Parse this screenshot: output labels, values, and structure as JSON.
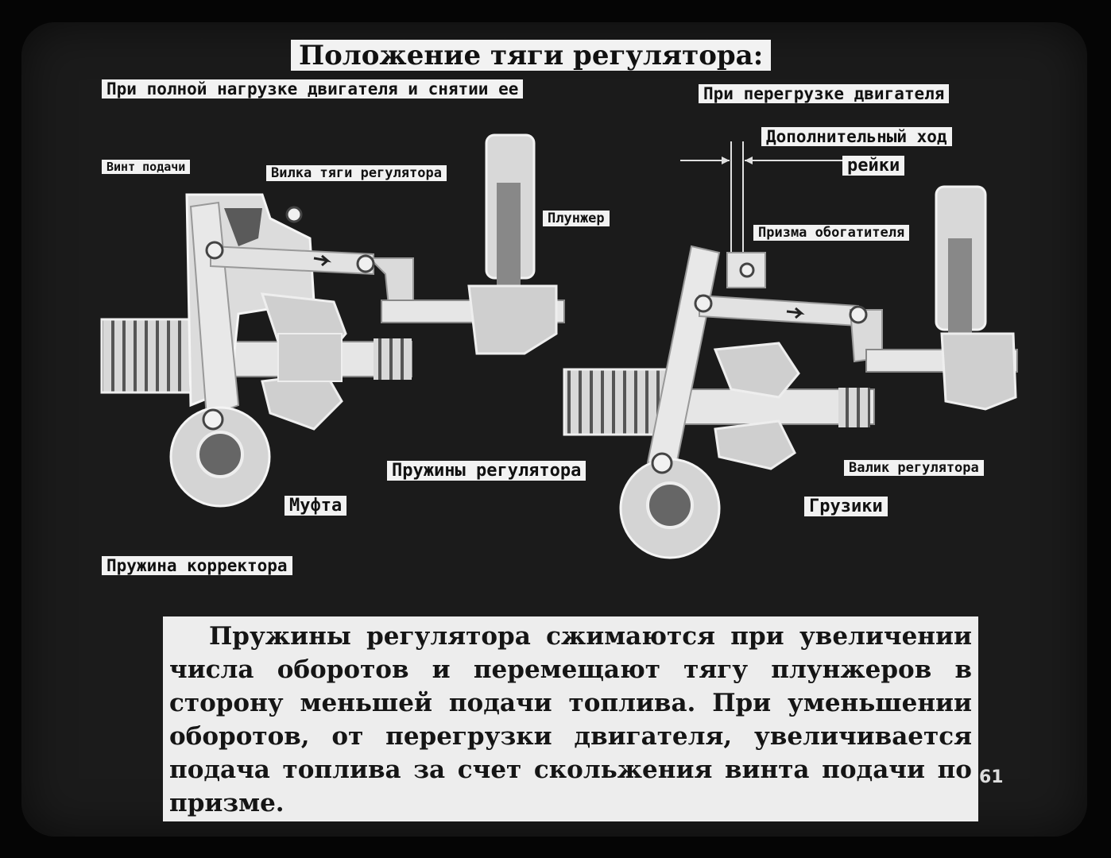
{
  "title": "Положение тяги регулятора:",
  "left_heading": "При полной нагрузке двигателя и снятии ее",
  "right_heading": "При перегрузке двигателя",
  "labels": {
    "vint_podachi": "Винт подачи",
    "vilka": "Вилка тяги регулятора",
    "plunzher": "Плунжер",
    "dop_hod_1": "Дополнительный ход",
    "dop_hod_2": "рейки",
    "prizma": "Призма обогатителя",
    "pruzhiny": "Пружины регулятора",
    "mufta": "Муфта",
    "valik": "Валик регулятора",
    "gruziki": "Грузики",
    "korrektor": "Пружина корректора"
  },
  "caption": "Пружины регулятора сжимаются при увеличении числа оборотов и перемещают тягу плунжеров в сторону меньшей подачи топлива. При уменьшении оборотов, от перегрузки двигателя, увеличивается подача топлива за счет скольжения винта подачи по призме.",
  "page_number": "61"
}
